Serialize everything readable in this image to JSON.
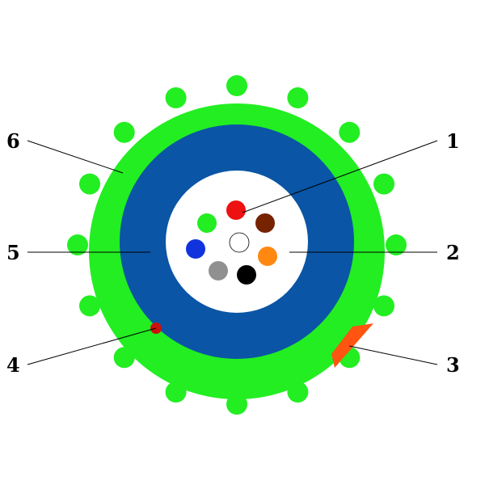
{
  "colors": {
    "outer_jacket": "#22ee22",
    "inner_sheath": "#0a55a5",
    "core": "#ffffff",
    "ripcord": "#cc1111",
    "marker_stripe": "#ff5511",
    "leader": "#000000"
  },
  "fibers": [
    {
      "color": "#ee1111",
      "icon": "red-fiber"
    },
    {
      "color": "#772200",
      "icon": "brown-fiber"
    },
    {
      "color": "#ff8811",
      "icon": "orange-fiber"
    },
    {
      "color": "#000000",
      "icon": "black-fiber"
    },
    {
      "color": "#909090",
      "icon": "gray-fiber"
    },
    {
      "color": "#1133dd",
      "icon": "blue-fiber"
    },
    {
      "color": "#22ee22",
      "icon": "green-fiber"
    },
    {
      "color": "#ffffff",
      "icon": "white-center-fiber"
    }
  ],
  "callouts": [
    {
      "label": "1"
    },
    {
      "label": "2"
    },
    {
      "label": "3"
    },
    {
      "label": "4"
    },
    {
      "label": "5"
    },
    {
      "label": "6"
    }
  ]
}
